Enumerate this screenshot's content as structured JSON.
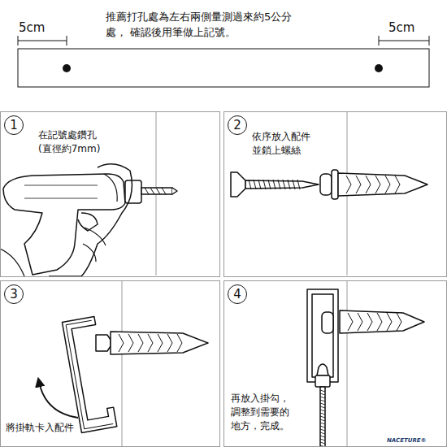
{
  "diagram": {
    "nodes": [
      {
        "text": [
          "在記號處鑽孔 (直徑約7mm)"
        ]
      },
      {
        "text": [
          "1"
        ],
        "in": 0
      },
      {
        "text": [
          "依序放入配件 並鎖上螺絲"
        ]
      },
      {
        "text": [
          "2"
        ],
        "in": 2
      },
      {
        "text": [
          "將掛軌卡入配件"
        ]
      },
      {
        "text": [
          "3"
        ],
        "in": 4
      },
      {
        "text": [
          "再放入掛勾， 調整到需要的 地方，完成。"
        ]
      },
      {
        "text": [
          "4"
        ],
        "in": 6
      }
    ],
    "labels": [
      "推薦打孔處為左右兩側量測過來約5公分處， 確認後用筆做上記號。",
      "5cm",
      "5cm",
      "NACETURE®"
    ]
  }
}
